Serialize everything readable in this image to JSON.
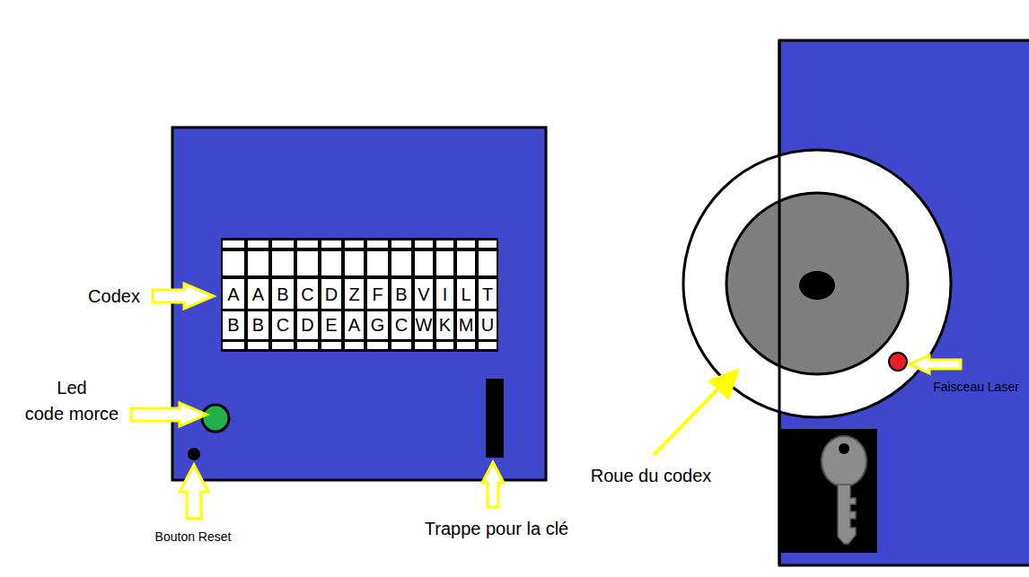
{
  "diagram": {
    "labels": [
      "Codex",
      "A",
      "A",
      "B",
      "C",
      "D",
      "Z",
      "F",
      "B",
      "V",
      "I",
      "L",
      "T",
      "B",
      "B",
      "C",
      "D",
      "E",
      "A",
      "G",
      "C",
      "W",
      "K",
      "M",
      "U",
      "Led code morce",
      "Bouton Reset",
      "Trappe pour la clé",
      "Roue du codex",
      "Faisceau Laser"
    ]
  }
}
